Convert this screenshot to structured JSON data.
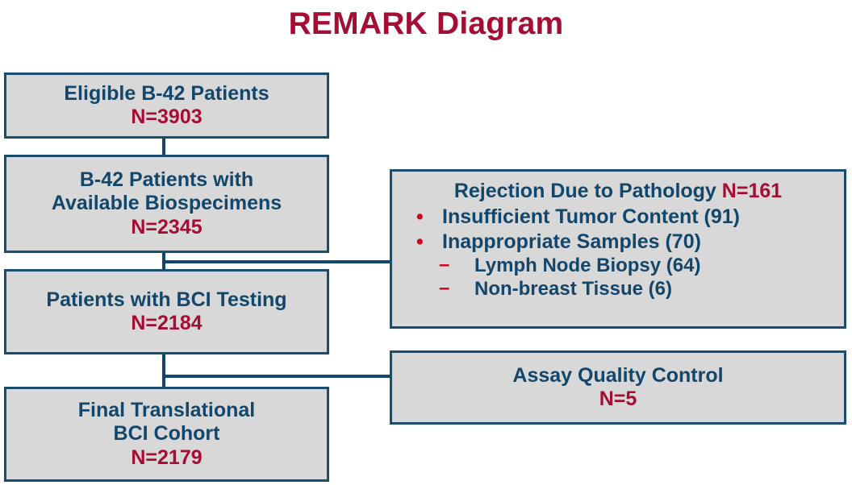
{
  "title": "REMARK Diagram",
  "colors": {
    "title": "#A50D35",
    "node_text": "#12466A",
    "node_number": "#A50D35",
    "node_fill": "#D8D8D8",
    "node_border": "#1A4E6E",
    "bullet_marker": "#D0021B",
    "connector": "#12466A"
  },
  "flow": {
    "eligible": {
      "line1": "Eligible B-42 Patients",
      "count": "N=3903"
    },
    "available": {
      "line1": "B-42 Patients with",
      "line2": "Available Biospecimens",
      "count": "N=2345"
    },
    "bci_testing": {
      "line1": "Patients with BCI Testing",
      "count": "N=2184"
    },
    "final_cohort": {
      "line1": "Final Translational",
      "line2": "BCI Cohort",
      "count": "N=2179"
    }
  },
  "exclusions": {
    "rejection": {
      "heading": "Rejection Due to Pathology",
      "heading_count": "N=161",
      "bullet_marker": "•",
      "sub_marker": "–",
      "items": [
        {
          "label": "Insufficient Tumor Content (91)",
          "subitems": []
        },
        {
          "label": "Inappropriate Samples (70)",
          "subitems": [
            "Lymph Node Biopsy (64)",
            "Non-breast Tissue (6)"
          ]
        }
      ]
    },
    "assay_qc": {
      "line1": "Assay Quality Control",
      "count": "N=5"
    }
  }
}
